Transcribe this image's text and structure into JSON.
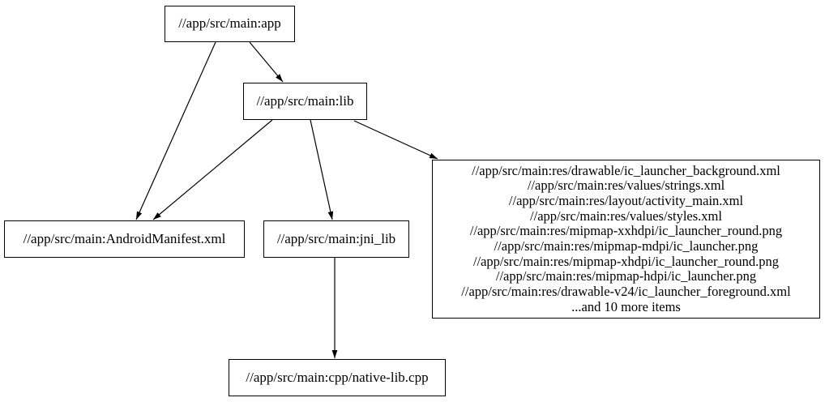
{
  "diagram": {
    "background_color": "#ffffff",
    "node_border_color": "#000000",
    "edge_color": "#000000",
    "text_color": "#000000"
  },
  "nodes": {
    "app": {
      "label": "//app/src/main:app"
    },
    "lib": {
      "label": "//app/src/main:lib"
    },
    "android_manifest": {
      "label": "//app/src/main:AndroidManifest.xml"
    },
    "jni_lib": {
      "label": "//app/src/main:jni_lib"
    },
    "native_lib_cpp": {
      "label": "//app/src/main:cpp/native-lib.cpp"
    },
    "resources": {
      "lines": [
        "//app/src/main:res/drawable/ic_launcher_background.xml",
        "//app/src/main:res/values/strings.xml",
        "//app/src/main:res/layout/activity_main.xml",
        "//app/src/main:res/values/styles.xml",
        "//app/src/main:res/mipmap-xxhdpi/ic_launcher_round.png",
        "//app/src/main:res/mipmap-mdpi/ic_launcher.png",
        "//app/src/main:res/mipmap-xhdpi/ic_launcher_round.png",
        "//app/src/main:res/mipmap-hdpi/ic_launcher.png",
        "//app/src/main:res/drawable-v24/ic_launcher_foreground.xml",
        "...and 10 more items"
      ]
    }
  },
  "edges": [
    {
      "from": "//app/src/main:app",
      "to": "//app/src/main:lib"
    },
    {
      "from": "//app/src/main:app",
      "to": "//app/src/main:AndroidManifest.xml"
    },
    {
      "from": "//app/src/main:lib",
      "to": "//app/src/main:AndroidManifest.xml"
    },
    {
      "from": "//app/src/main:lib",
      "to": "//app/src/main:jni_lib"
    },
    {
      "from": "//app/src/main:lib",
      "to": "resources-group"
    },
    {
      "from": "//app/src/main:jni_lib",
      "to": "//app/src/main:cpp/native-lib.cpp"
    }
  ]
}
